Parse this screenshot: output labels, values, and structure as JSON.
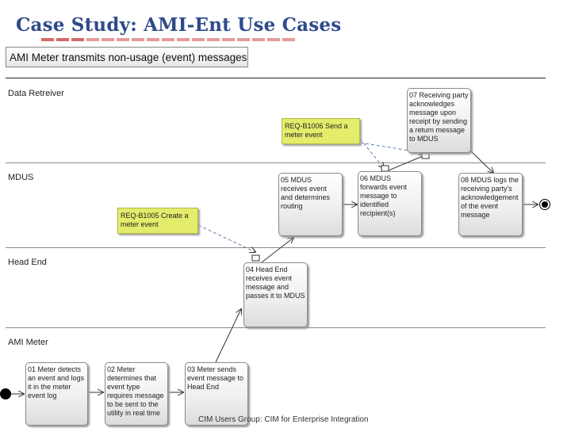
{
  "slide": {
    "title": "Case Study: AMI-Ent Use Cases",
    "diagram_header": "AMI Meter transmits non-usage (event) messages",
    "footer": "CIM Users Group: CIM for Enterprise Integration"
  },
  "lanes": [
    {
      "label": "Data Retreiver"
    },
    {
      "label": "MDUS"
    },
    {
      "label": "Head End"
    },
    {
      "label": "AMI Meter"
    }
  ],
  "activities": {
    "a01": "01 Meter detects an event and logs it in the meter event log",
    "a02": "02 Meter determines that event type requires message to be sent to the utility in real time",
    "a03": "03 Meter sends event message to Head End",
    "a04": "04 Head End receives event message and passes it to MDUS",
    "a05": "05 MDUS receives event and determines routing",
    "a06": "06 MDUS forwards event message to identified recipient(s)",
    "a07": "07 Receiving party acknowledges message upon receipt by sending a return message to MDUS",
    "a08": "08 MDUS logs the receiving party's acknowledgement of the event message"
  },
  "notes": {
    "n1": "REQ-B1005 Create a meter event",
    "n2": "REQ-B1006 Send a meter event"
  }
}
